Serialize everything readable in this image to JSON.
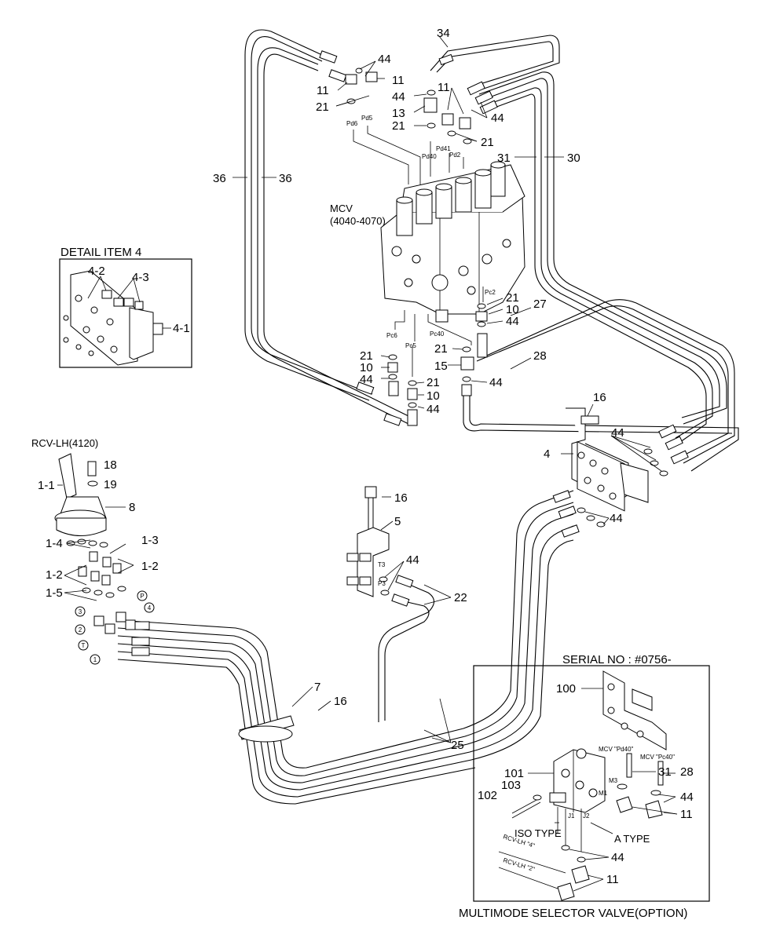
{
  "labels": {
    "detail_title": "DETAIL ITEM 4",
    "rcv_title": "RCV-LH(4120)",
    "mcv_title": "MCV",
    "mcv_range": "(4040-4070)",
    "serial": "SERIAL NO : #0756-",
    "option_title": "MULTIMODE SELECTOR VALVE(OPTION)",
    "iso_type": "ISO  TYPE",
    "a_type": "A  TYPE",
    "mcv_pd40": "MCV \"Pd40\"",
    "mcv_pc40": "MCV \"Pc40\"",
    "rcv_lh_4": "RCV-LH  \"4\"",
    "rcv_lh_2": "RCV-LH  \"2\""
  },
  "ports": [
    "Pd6",
    "Pd5",
    "Pd40",
    "Pd41",
    "Pd2",
    "Pc2",
    "Pc6",
    "Pc5",
    "Pc40",
    "J1",
    "J2",
    "M1",
    "M3",
    "T3",
    "P3"
  ],
  "circled": [
    "P",
    "3",
    "4",
    "2",
    "T",
    "1"
  ],
  "callouts": [
    "44",
    "11",
    "11",
    "21",
    "44",
    "13",
    "21",
    "11",
    "44",
    "21",
    "34",
    "31",
    "30",
    "36",
    "36",
    "4-2",
    "4-3",
    "4-1",
    "21",
    "10",
    "44",
    "27",
    "28",
    "21",
    "10",
    "44",
    "21",
    "15",
    "44",
    "21",
    "10",
    "44",
    "16",
    "44",
    "4",
    "44",
    "18",
    "19",
    "1-1",
    "8",
    "16",
    "5",
    "1-4",
    "1-3",
    "1-2",
    "1-2",
    "1-5",
    "44",
    "22",
    "7",
    "16",
    "25",
    "100",
    "101",
    "31",
    "28",
    "103",
    "102",
    "44",
    "11",
    "44",
    "11"
  ]
}
